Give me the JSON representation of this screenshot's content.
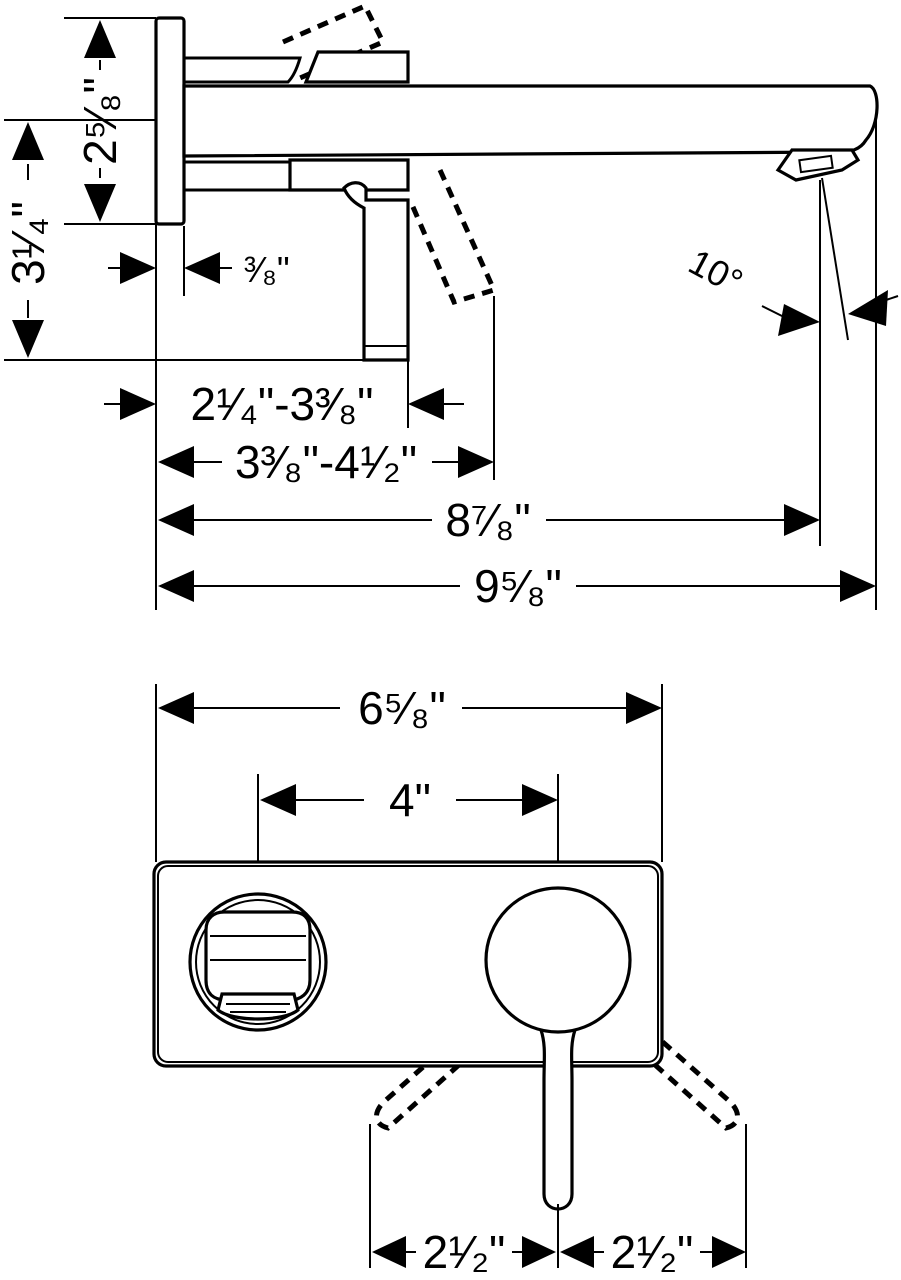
{
  "side_view": {
    "dim_height_backplate": "2⁵⁄₈\"",
    "dim_height_spout": "3¹⁄₄\"",
    "dim_wall_gap": "³⁄₈\"",
    "dim_handle_reach": "2¹⁄₄\"-3³⁄₈\"",
    "dim_handle_reach_open": "3³⁄₈\"-4¹⁄₂\"",
    "dim_spout_outlet": "8⁷⁄₈\"",
    "dim_spout_total": "9⁵⁄₈\"",
    "dim_angle": "10°"
  },
  "front_view": {
    "dim_plate_width": "6⁵⁄₈\"",
    "dim_center_spacing": "4\"",
    "dim_swing_left": "2¹⁄₂\"",
    "dim_swing_right": "2¹⁄₂\""
  }
}
